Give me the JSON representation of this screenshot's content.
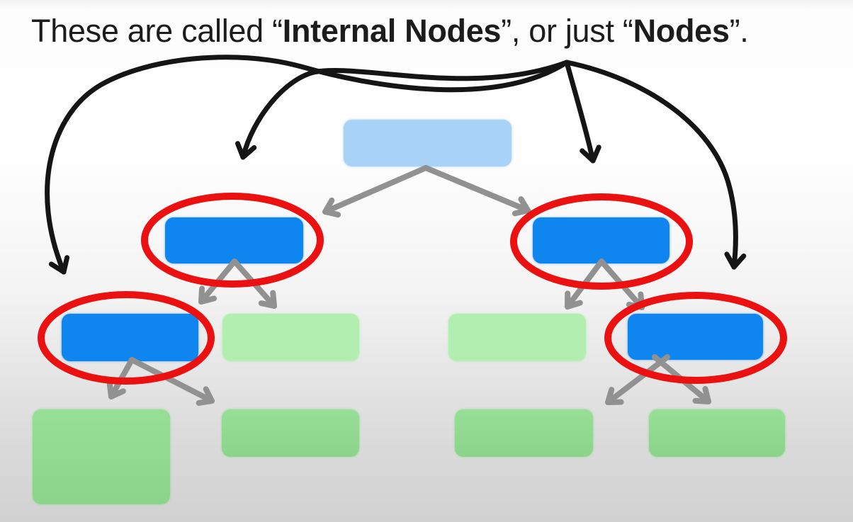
{
  "title": {
    "parts": [
      "These are called “",
      "Internal Nodes",
      "”, or just “",
      "Nodes",
      "”."
    ]
  },
  "diagram": {
    "type": "binary-tree-annotation",
    "nodes": [
      {
        "id": "root",
        "level": 1,
        "kind": "root",
        "fill": "light-blue",
        "highlighted": false
      },
      {
        "id": "l2-left",
        "level": 2,
        "kind": "internal-node",
        "fill": "blue",
        "highlighted": true
      },
      {
        "id": "l2-right",
        "level": 2,
        "kind": "internal-node",
        "fill": "blue",
        "highlighted": true
      },
      {
        "id": "l3-blue-left",
        "level": 3,
        "kind": "internal-node",
        "fill": "blue",
        "highlighted": true
      },
      {
        "id": "l3-green-left",
        "level": 3,
        "kind": "leaf",
        "fill": "light-green",
        "highlighted": false
      },
      {
        "id": "l3-green-right",
        "level": 3,
        "kind": "leaf",
        "fill": "light-green",
        "highlighted": false
      },
      {
        "id": "l3-blue-right",
        "level": 3,
        "kind": "internal-node",
        "fill": "blue",
        "highlighted": true
      },
      {
        "id": "leaf-big",
        "level": 4,
        "kind": "leaf",
        "fill": "green",
        "highlighted": false
      },
      {
        "id": "leaf-2",
        "level": 4,
        "kind": "leaf",
        "fill": "green",
        "highlighted": false
      },
      {
        "id": "leaf-3",
        "level": 4,
        "kind": "leaf",
        "fill": "green",
        "highlighted": false
      },
      {
        "id": "leaf-4",
        "level": 4,
        "kind": "leaf",
        "fill": "green",
        "highlighted": false
      }
    ],
    "highlight_count": 4,
    "colors": {
      "root_fill": "#a9d2f7",
      "internal_fill": "#0f85f0",
      "leaf_fill_light": "#b2eeb0",
      "leaf_fill": "#93db93",
      "highlight_ring": "#eb1111",
      "tree_arrow": "#919191",
      "annotation_arrow": "#151515",
      "title_text": "#1c1c1c"
    }
  }
}
